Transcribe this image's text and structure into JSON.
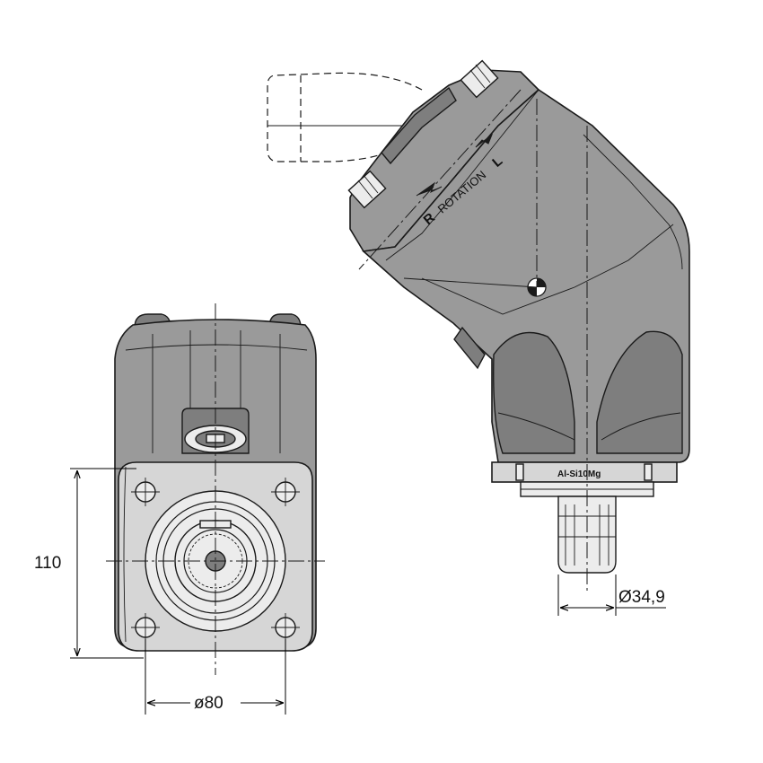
{
  "dimensions": {
    "height": "110",
    "bolt_circle": "ø80",
    "shaft": "Ø34,9"
  },
  "labels": {
    "rotation": "ROTATION",
    "right": "R",
    "left": "L",
    "material": "Al-Si10Mg"
  },
  "colors": {
    "body": "#9a9a9a",
    "flange": "#d6d6d6",
    "outline": "#1a1a1a"
  }
}
